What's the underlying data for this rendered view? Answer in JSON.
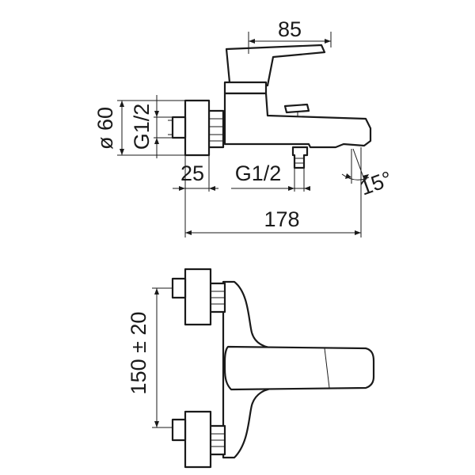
{
  "dimensions": {
    "width_top": "85",
    "diameter": "ø 60",
    "thread_inlet": "G1/2",
    "offset": "25",
    "thread_outlet": "G1/2",
    "angle": "15°",
    "overall_length": "178",
    "centers": "150 ± 20"
  }
}
